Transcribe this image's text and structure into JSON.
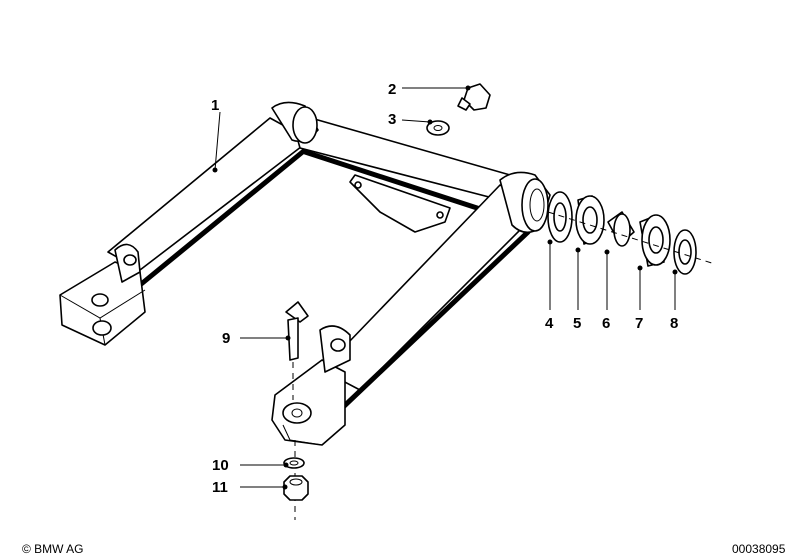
{
  "diagram": {
    "callouts": [
      {
        "id": "1",
        "label": "1"
      },
      {
        "id": "2",
        "label": "2"
      },
      {
        "id": "3",
        "label": "3"
      },
      {
        "id": "4",
        "label": "4"
      },
      {
        "id": "5",
        "label": "5"
      },
      {
        "id": "6",
        "label": "6"
      },
      {
        "id": "7",
        "label": "7"
      },
      {
        "id": "8",
        "label": "8"
      },
      {
        "id": "9",
        "label": "9"
      },
      {
        "id": "10",
        "label": "10"
      },
      {
        "id": "11",
        "label": "11"
      }
    ]
  },
  "footer": {
    "copyright": "© BMW AG",
    "diagram_number": "00038095"
  }
}
